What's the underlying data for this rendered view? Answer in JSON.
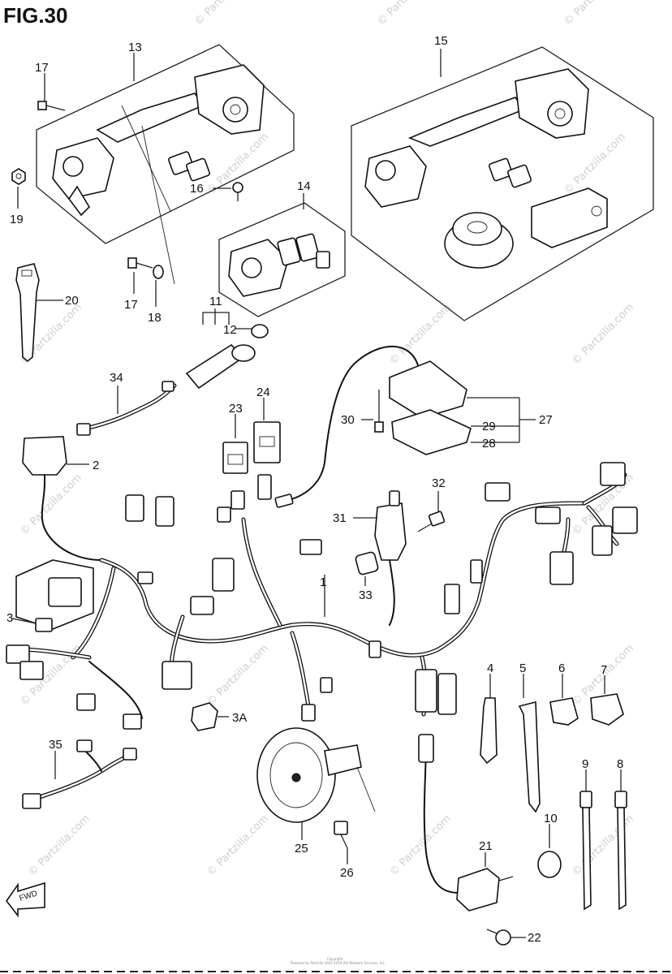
{
  "figure": {
    "title": "FIG.30"
  },
  "watermark": {
    "text": "© Partzilla.com"
  },
  "copyright": {
    "line1": "Copyright",
    "line2": "Powered by Partzilla 2002-2019 ARI Network Services, Inc."
  },
  "fwd_label": "FWD",
  "callouts": [
    {
      "id": "c13",
      "label": "13"
    },
    {
      "id": "c15",
      "label": "15"
    },
    {
      "id": "c17a",
      "label": "17"
    },
    {
      "id": "c19",
      "label": "19"
    },
    {
      "id": "c16",
      "label": "16"
    },
    {
      "id": "c14",
      "label": "14"
    },
    {
      "id": "c17b",
      "label": "17"
    },
    {
      "id": "c18",
      "label": "18"
    },
    {
      "id": "c20",
      "label": "20"
    },
    {
      "id": "c11",
      "label": "11"
    },
    {
      "id": "c12",
      "label": "12"
    },
    {
      "id": "c34",
      "label": "34"
    },
    {
      "id": "c23",
      "label": "23"
    },
    {
      "id": "c24",
      "label": "24"
    },
    {
      "id": "c30",
      "label": "30"
    },
    {
      "id": "c29",
      "label": "29"
    },
    {
      "id": "c27",
      "label": "27"
    },
    {
      "id": "c28",
      "label": "28"
    },
    {
      "id": "c2",
      "label": "2"
    },
    {
      "id": "c32",
      "label": "32"
    },
    {
      "id": "c31",
      "label": "31"
    },
    {
      "id": "c33",
      "label": "33"
    },
    {
      "id": "c1",
      "label": "1"
    },
    {
      "id": "c3",
      "label": "3"
    },
    {
      "id": "c3A",
      "label": "3A"
    },
    {
      "id": "c4",
      "label": "4"
    },
    {
      "id": "c5",
      "label": "5"
    },
    {
      "id": "c6",
      "label": "6"
    },
    {
      "id": "c7",
      "label": "7"
    },
    {
      "id": "c35",
      "label": "35"
    },
    {
      "id": "c9",
      "label": "9"
    },
    {
      "id": "c8",
      "label": "8"
    },
    {
      "id": "c10",
      "label": "10"
    },
    {
      "id": "c25",
      "label": "25"
    },
    {
      "id": "c26",
      "label": "26"
    },
    {
      "id": "c21",
      "label": "21"
    },
    {
      "id": "c22",
      "label": "22"
    }
  ]
}
